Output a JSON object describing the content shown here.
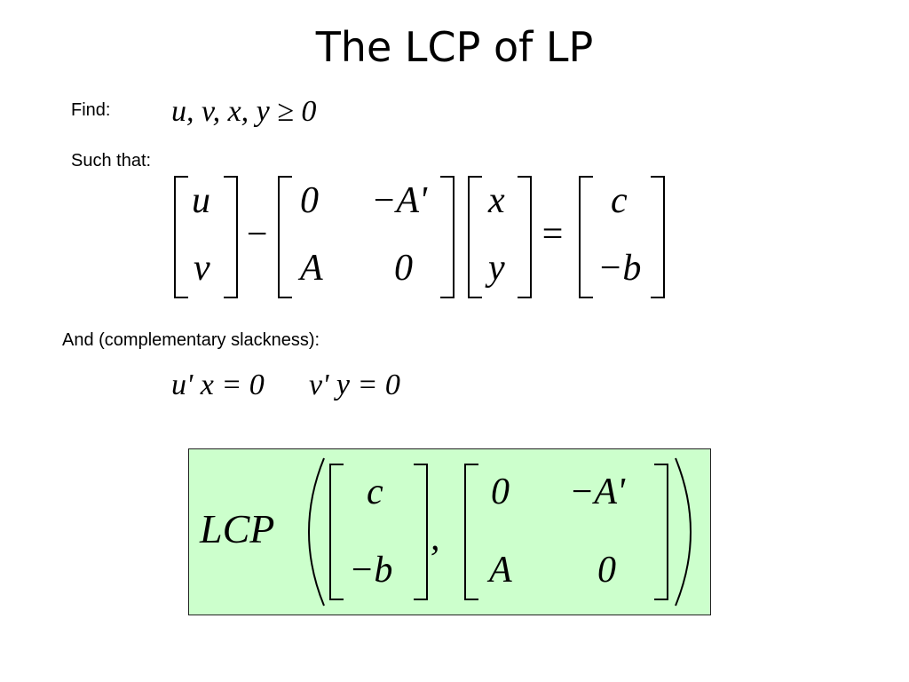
{
  "slide": {
    "title": "The LCP of LP",
    "find_label": "Find:",
    "find_expr": "u, v, x, y ≥ 0",
    "such_that_label": "Such that:",
    "and_label": "And (complementary slackness):"
  },
  "equation": {
    "vec1": [
      "u",
      "v"
    ],
    "minus": "−",
    "matrix": [
      [
        "0",
        "−A'"
      ],
      [
        "A",
        "0"
      ]
    ],
    "vec2": [
      "x",
      "y"
    ],
    "equals": "=",
    "rhs": [
      "c",
      "−b"
    ]
  },
  "complementarity": {
    "first": "u' x = 0",
    "second": "v' y = 0"
  },
  "lcp_box": {
    "name": "LCP",
    "vec": [
      "c",
      "−b"
    ],
    "comma": ",",
    "matrix": [
      [
        "0",
        "−A'"
      ],
      [
        "A",
        "0"
      ]
    ],
    "background": "#ccffcc"
  }
}
